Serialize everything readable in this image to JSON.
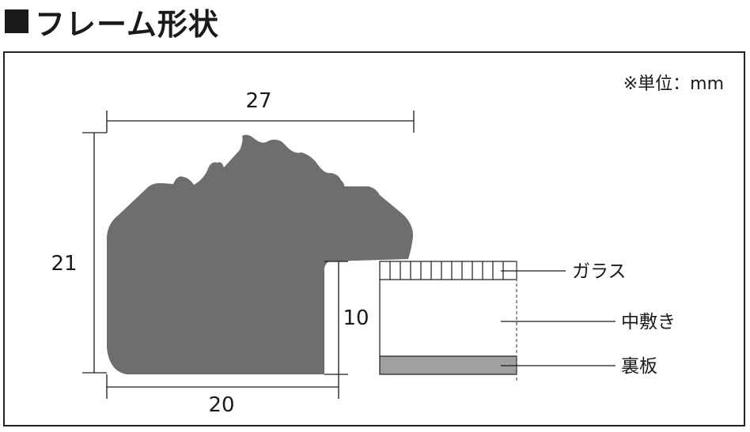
{
  "title": "フレーム形状",
  "unit_note": "※単位：mm",
  "dimensions": {
    "width_top": "27",
    "height_total": "21",
    "width_bottom": "20",
    "rabbet_depth": "10"
  },
  "layers": {
    "glass": "ガラス",
    "mat": "中敷き",
    "backboard": "裏板"
  },
  "colors": {
    "frame": "#6e6e6e",
    "backboard": "#a0a0a0",
    "line": "#1a1a1a"
  }
}
